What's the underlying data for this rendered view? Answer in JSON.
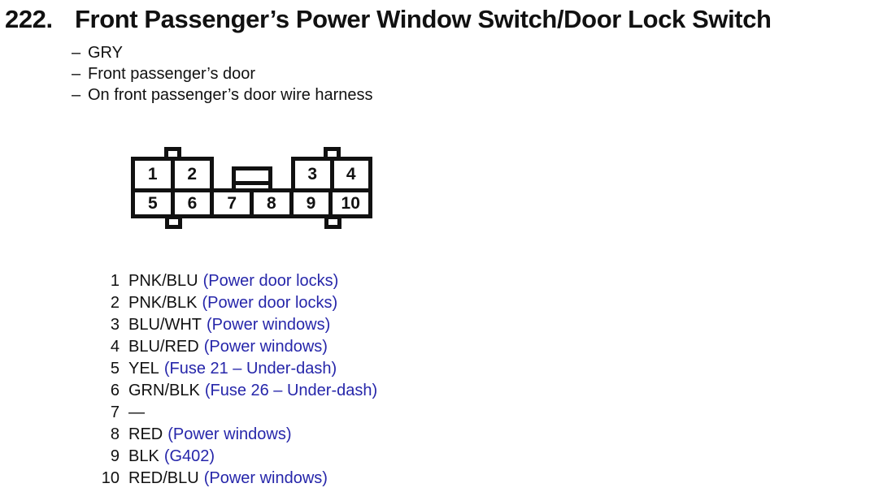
{
  "page": {
    "number": "222.",
    "title": "Front Passenger’s Power Window Switch/Door Lock Switch",
    "bullet_dash": "–",
    "bullets": [
      "GRY",
      "Front passenger’s door",
      "On front passenger’s door wire harness"
    ]
  },
  "connector": {
    "top_left": [
      "1",
      "2"
    ],
    "top_right": [
      "3",
      "4"
    ],
    "bottom": [
      "5",
      "6",
      "7",
      "8",
      "9",
      "10"
    ]
  },
  "pins": [
    {
      "num": "1",
      "wire": "PNK/BLU",
      "note": "(Power door locks)"
    },
    {
      "num": "2",
      "wire": "PNK/BLK",
      "note": "(Power door locks)"
    },
    {
      "num": "3",
      "wire": "BLU/WHT",
      "note": "(Power windows)"
    },
    {
      "num": "4",
      "wire": "BLU/RED",
      "note": "(Power windows)"
    },
    {
      "num": "5",
      "wire": "YEL",
      "note": "(Fuse 21 – Under-dash)"
    },
    {
      "num": "6",
      "wire": "GRN/BLK",
      "note": "(Fuse 26 – Under-dash)"
    },
    {
      "num": "7",
      "wire": "—",
      "note": ""
    },
    {
      "num": "8",
      "wire": "RED",
      "note": "(Power windows)"
    },
    {
      "num": "9",
      "wire": "BLK",
      "note": "(G402)"
    },
    {
      "num": "10",
      "wire": "RED/BLU",
      "note": "(Power windows)"
    }
  ],
  "colors": {
    "ink": "#111111",
    "note_blue": "#2626aa",
    "background": "#ffffff"
  }
}
